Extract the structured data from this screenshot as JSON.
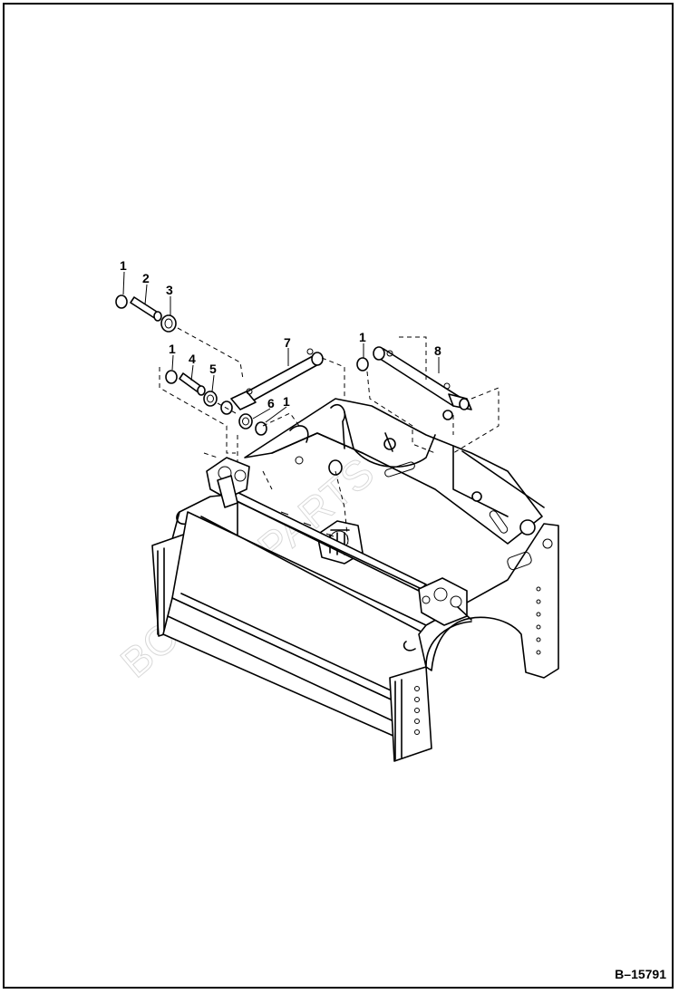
{
  "figure_id": "B–15791",
  "callouts": [
    {
      "id": "c1a",
      "label": "1"
    },
    {
      "id": "c2",
      "label": "2"
    },
    {
      "id": "c3",
      "label": "3"
    },
    {
      "id": "c1b",
      "label": "1"
    },
    {
      "id": "c4",
      "label": "4"
    },
    {
      "id": "c5",
      "label": "5"
    },
    {
      "id": "c6",
      "label": "6"
    },
    {
      "id": "c1c",
      "label": "1"
    },
    {
      "id": "c7",
      "label": "7"
    },
    {
      "id": "c1d",
      "label": "1"
    },
    {
      "id": "c8",
      "label": "8"
    }
  ]
}
